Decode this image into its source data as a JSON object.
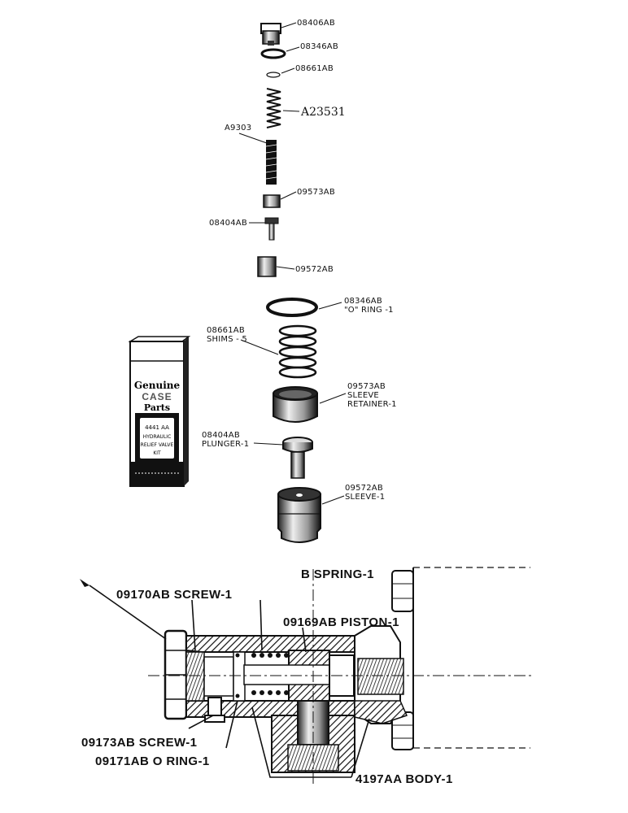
{
  "exploded_labels": {
    "plug": "08406AB",
    "oring_top": "08346AB",
    "shim_top": "08661AB",
    "spring": "A23531",
    "pin": "A9303",
    "retainer_top": "09573AB",
    "plunger_top": "08404AB",
    "sleeve_top": "09572AB",
    "oring_code": "08346AB",
    "oring_desc": "\"O\" RING -1",
    "shims_code": "08661AB",
    "shims_desc": "SHIMS - 5",
    "retainer_code": "09573AB",
    "retainer_desc1": "SLEEVE",
    "retainer_desc2": "RETAINER-1",
    "plunger_code": "08404AB",
    "plunger_desc": "PLUNGER-1",
    "sleeve_code": "09572AB",
    "sleeve_desc": "SLEEVE-1"
  },
  "kit_box": {
    "line1": "Genuine",
    "brand": "CASE",
    "line2": "Parts",
    "kit_no": "4441 AA",
    "kit_l1": "HYDRAULIC",
    "kit_l2": "RELIEF VALVE",
    "kit_l3": "KIT"
  },
  "section_labels": {
    "spring": "B SPRING-1",
    "screw1": "09170AB SCREW-1",
    "piston": "09169AB PISTON-1",
    "screw2": "09173AB SCREW-1",
    "oring": "09171AB O RING-1",
    "body": "4197AA BODY-1"
  }
}
